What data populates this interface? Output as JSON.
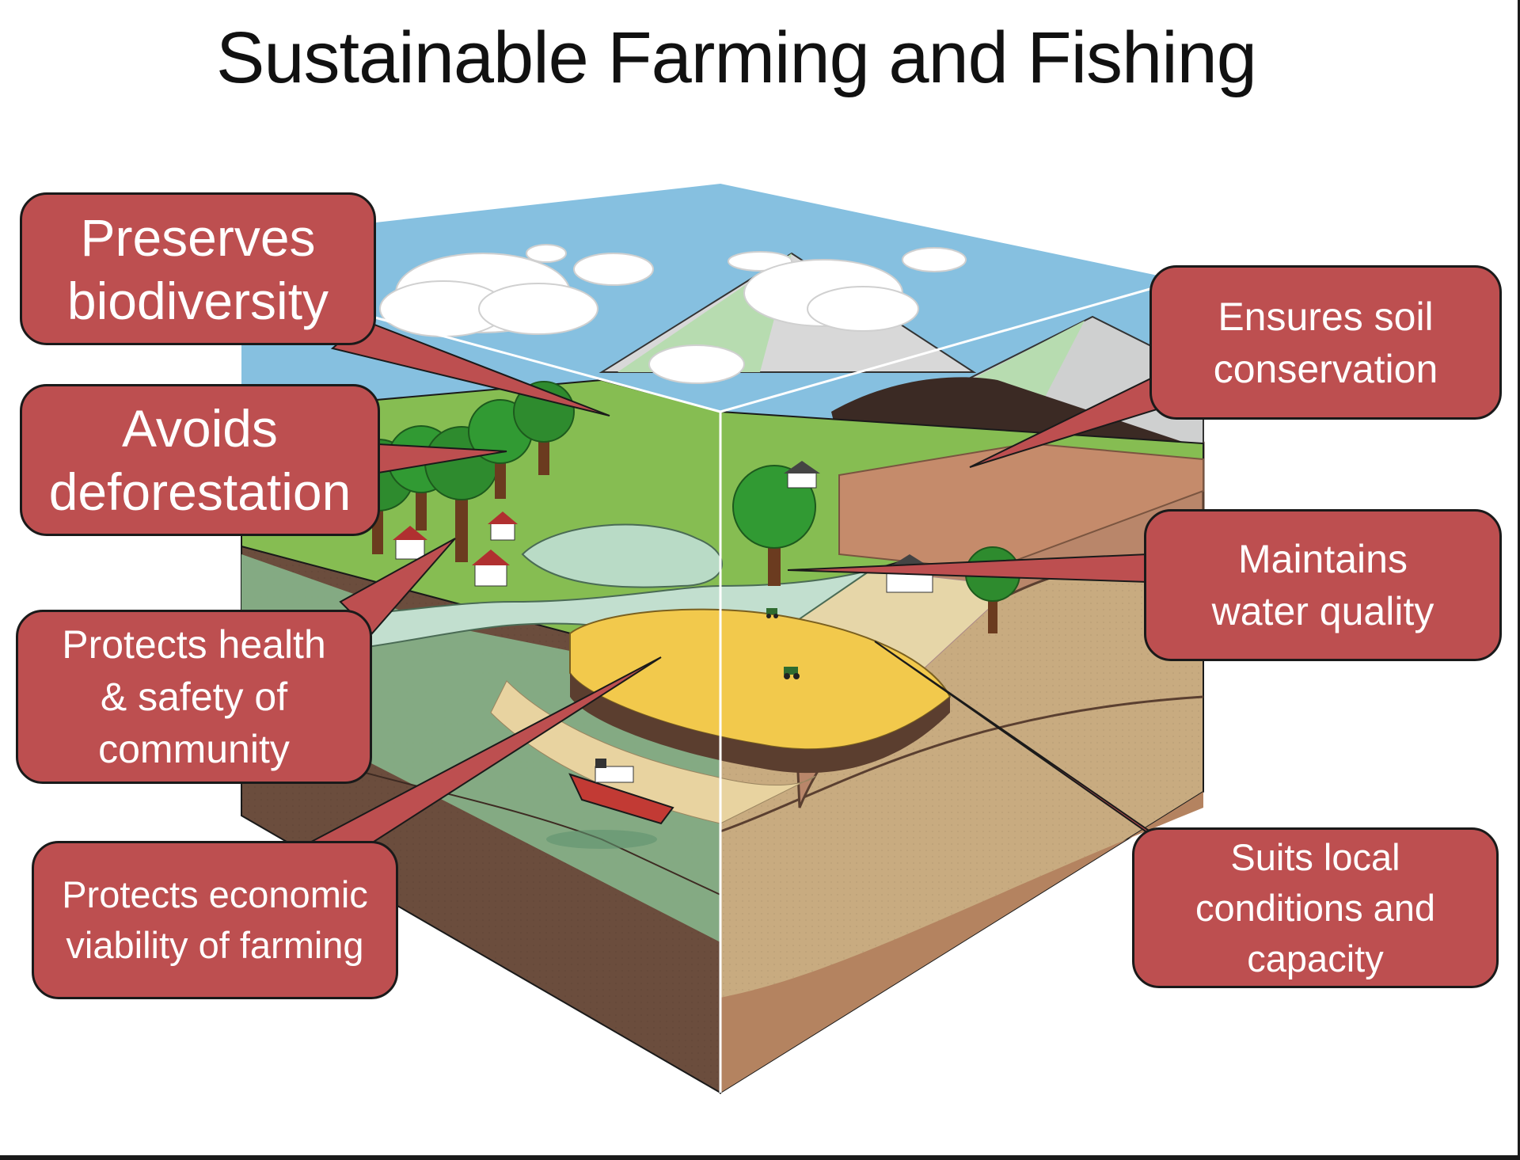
{
  "title": "Sustainable Farming and Fishing",
  "colors": {
    "callout_fill": "#bd4f50",
    "callout_border": "#1a1a1a",
    "sky": "#86c0e0",
    "grass": "#86bd52",
    "soil_dark": "#6b4d3d",
    "soil_light": "#c8ab80",
    "water": "#a9d3be",
    "crop": "#f2c94c"
  },
  "callouts": {
    "biodiversity": "Preserves\nbiodiversity",
    "deforestation": "Avoids\ndeforestation",
    "community": "Protects health\n& safety of\ncommunity",
    "economic": "Protects economic\nviability of farming",
    "soil": "Ensures soil\nconservation",
    "water": "Maintains\nwater quality",
    "local": "Suits local\nconditions and\ncapacity"
  },
  "icons": [
    "cloud-icon",
    "tree-icon",
    "house-icon",
    "tractor-icon",
    "ship-icon",
    "mountain-icon"
  ]
}
